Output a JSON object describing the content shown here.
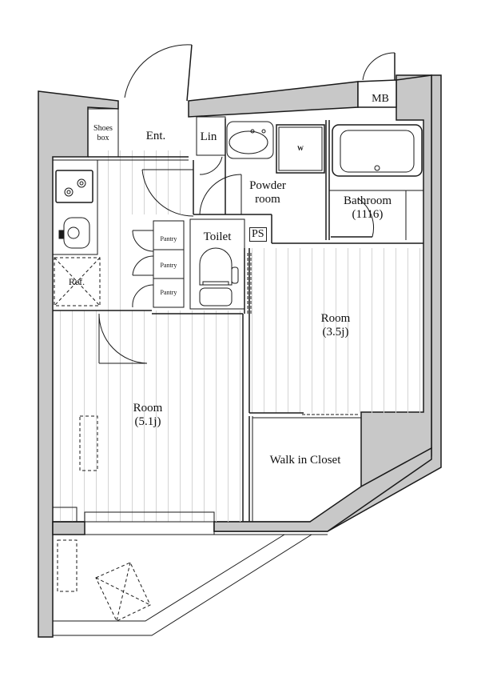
{
  "floorplan": {
    "colors": {
      "wall_fill": "#c8c8c8",
      "line": "#1a1a1a",
      "floor_line": "#d4d4d4",
      "background": "#ffffff"
    },
    "rooms": {
      "entrance": "Ent.",
      "shoes_box_line1": "Shoes",
      "shoes_box_line2": "box",
      "linen": "Lin",
      "washer": "W",
      "powder_room_line1": "Powder",
      "powder_room_line2": "room",
      "bathroom_line1": "Bathroom",
      "bathroom_line2": "(1116)",
      "toilet": "Toilet",
      "pipe_space": "PS",
      "meter_box": "MB",
      "pantry": [
        "Pantry",
        "Pantry",
        "Pantry"
      ],
      "refrigerator": "Ref.",
      "room_large_line1": "Room",
      "room_large_line2": "(5.1j)",
      "room_small_line1": "Room",
      "room_small_line2": "(3.5j)",
      "walk_in_closet": "Walk in Closet"
    },
    "fixtures": [
      "stove-icon",
      "kitchen-sink-icon",
      "washbasin-icon",
      "bathtub-icon",
      "toilet-icon",
      "aircon-icon",
      "outdoor-unit-icon"
    ]
  }
}
